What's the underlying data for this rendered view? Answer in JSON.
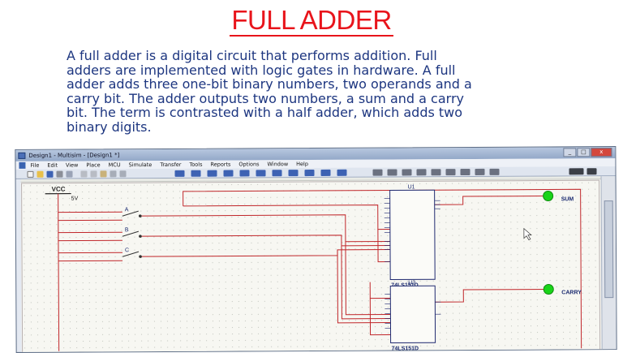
{
  "slide": {
    "title": "FULL ADDER",
    "body_lines": [
      "A full adder is a digital circuit that performs addition. Full",
      "adders are implemented with logic gates in hardware. A full",
      "adder adds three one-bit binary numbers, two operands and a",
      "carry bit. The adder outputs two numbers, a sum and a carry",
      "bit. The term is contrasted with a half adder, which adds two",
      "binary digits."
    ],
    "title_color": "#e8141b",
    "body_color": "#1d3680"
  },
  "window": {
    "title": "Design1 - Multisim - [Design1 *]",
    "buttons": {
      "minimize": "_",
      "maximize": "□",
      "close": "x"
    },
    "menu": [
      "File",
      "Edit",
      "View",
      "Place",
      "MCU",
      "Simulate",
      "Transfer",
      "Tools",
      "Reports",
      "Options",
      "Window",
      "Help"
    ]
  },
  "schematic": {
    "supply_label": "VCC",
    "supply_value": "5V",
    "switch_labels": [
      "A",
      "B",
      "C"
    ],
    "chip1": {
      "ref": "U1",
      "part": "74LS151D"
    },
    "chip2": {
      "ref": "U2",
      "part": "74LS151D"
    },
    "outputs": [
      "SUM",
      "CARRY"
    ],
    "wire_color": "#c0262a",
    "probe_color": "#19d419"
  }
}
